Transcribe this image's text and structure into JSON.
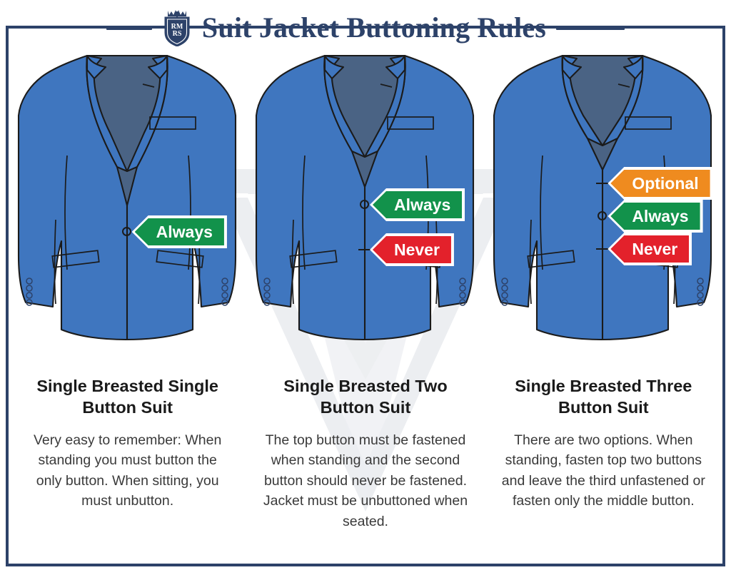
{
  "header": {
    "title": "Suit Jacket Buttoning Rules",
    "logo_name": "rmrs-shield-logo",
    "rule_left": "divider-rule-left",
    "rule_right": "divider-rule-right"
  },
  "theme": {
    "navy": "#2d4269",
    "jacket_blue": "#3f76bf",
    "jacket_blue_dark": "#3668ab",
    "inner_slate": "#4a6384",
    "inner_slate_dark": "#43597a",
    "outline": "#1b1b1b",
    "green": "#12924b",
    "red": "#e3212b",
    "orange": "#ef8b1f",
    "white": "#ffffff",
    "watermark": "#eceef1"
  },
  "columns": [
    {
      "id": "single-button",
      "jacket_name": "single-breasted-single-button-jacket",
      "buttons": 1,
      "heading": "Single Breasted Single Button Suit",
      "body": "Very easy to remember: When standing you must button the only button. When sitting, you must unbutton.",
      "signs": [
        {
          "label": "Always",
          "color": "#12924b",
          "kind": "always"
        }
      ]
    },
    {
      "id": "two-button",
      "jacket_name": "single-breasted-two-button-jacket",
      "buttons": 2,
      "heading": "Single Breasted Two Button Suit",
      "body": "The top button must be fastened when standing and the second button should never be fastened. Jacket must be unbuttoned when seated.",
      "signs": [
        {
          "label": "Always",
          "color": "#12924b",
          "kind": "always"
        },
        {
          "label": "Never",
          "color": "#e3212b",
          "kind": "never"
        }
      ]
    },
    {
      "id": "three-button",
      "jacket_name": "single-breasted-three-button-jacket",
      "buttons": 3,
      "heading": "Single Breasted Three Button Suit",
      "body": "There are two options. When standing, fasten top two buttons and leave the third unfastened or fasten only the middle button.",
      "signs": [
        {
          "label": "Optional",
          "color": "#ef8b1f",
          "kind": "optional"
        },
        {
          "label": "Always",
          "color": "#12924b",
          "kind": "always"
        },
        {
          "label": "Never",
          "color": "#e3212b",
          "kind": "never"
        }
      ]
    }
  ]
}
